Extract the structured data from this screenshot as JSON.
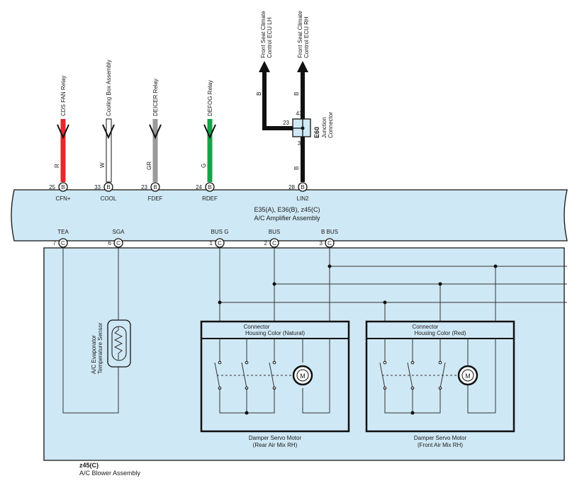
{
  "colors": {
    "panel_fill": "#cfe8f5",
    "wire_red": "#e8262c",
    "wire_white": "#ffffff",
    "wire_gray": "#9a9a9a",
    "wire_green": "#16a34a",
    "wire_black": "#111111"
  },
  "top_connectors": [
    {
      "dest": "CDS FAN Relay",
      "wire_color": "R",
      "pin": "25",
      "pin_letter": "B",
      "terminal": "CFN+"
    },
    {
      "dest": "Cooling Box Assembly",
      "wire_color": "W",
      "pin": "33",
      "pin_letter": "B",
      "terminal": "COOL"
    },
    {
      "dest": "DEICER Relay",
      "wire_color": "GR",
      "pin": "23",
      "pin_letter": "B",
      "terminal": "FDEF"
    },
    {
      "dest": "DEFOG Relay",
      "wire_color": "G",
      "pin": "24",
      "pin_letter": "B",
      "terminal": "RDEF"
    }
  ],
  "lin_bus": {
    "dest_lh_line1": "Front Seat Climate",
    "dest_lh_line2": "Control ECU LH",
    "dest_rh_line1": "Front Seat Climate",
    "dest_rh_line2": "Control ECU RH",
    "wire_color_lh": "B",
    "wire_color_rh": "B",
    "wire_color_in_left": "B",
    "wire_color_in_right": "B",
    "junction_pin_top": "43",
    "junction_pin_left": "23",
    "junction_pin_bottom": "3",
    "junction_code": "E60",
    "junction_label_line1": "Junction",
    "junction_label_line2": "Connector",
    "amp_pin": "28",
    "amp_pin_letter": "B",
    "terminal": "LIN2"
  },
  "amplifier": {
    "codes": "E35(A), E36(B), z45(C)",
    "name": "A/C Amplifier Assembly"
  },
  "bottom_terminals": [
    {
      "terminal": "TEA",
      "pin": "7",
      "pin_letter": "C"
    },
    {
      "terminal": "SGA",
      "pin": "6",
      "pin_letter": "C"
    },
    {
      "terminal": "BUS G",
      "pin": "1",
      "pin_letter": "C"
    },
    {
      "terminal": "BUS",
      "pin": "2",
      "pin_letter": "C"
    },
    {
      "terminal": "B BUS",
      "pin": "3",
      "pin_letter": "C"
    }
  ],
  "sensor": {
    "line1": "A/C Evaporator",
    "line2": "Temperature Sensor"
  },
  "servo_rh": {
    "connector_line1": "Connector",
    "connector_line2": "Housing Color (Natural)",
    "name_line1": "Damper Servo Motor",
    "name_line2": "(Rear Air Mix RH)",
    "motor_symbol": "M"
  },
  "servo_front": {
    "connector_line1": "Connector",
    "connector_line2": "Housing Color (Red)",
    "name_line1": "Damper Servo Motor",
    "name_line2": "(Front Air Mix RH)",
    "motor_symbol": "M"
  },
  "blower": {
    "code": "z45(C)",
    "name": "A/C Blower Assembly"
  }
}
